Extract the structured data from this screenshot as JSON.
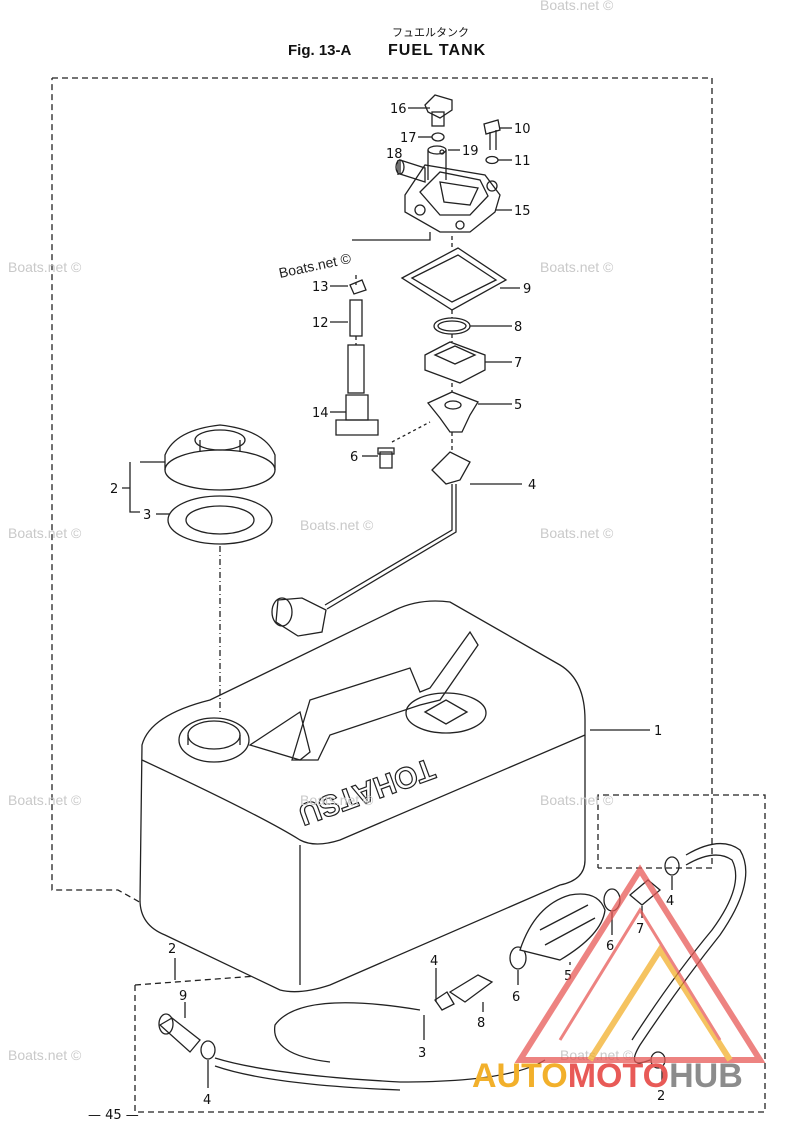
{
  "header": {
    "figure": "Fig. 13-A",
    "title_jp": "フュエルタンク",
    "title_en": "FUEL TANK"
  },
  "tank_brand": "TOHATSU",
  "page_number": "— 45 —",
  "watermark": "Boats.net ©",
  "logo": {
    "part1": "AUTO",
    "part2": "MOTO",
    "part3": "HUB"
  },
  "callouts": {
    "p16": "16",
    "p17": "17",
    "p18": "18",
    "p19": "19",
    "p10": "10",
    "p11": "11",
    "p15": "15",
    "p13": "13",
    "p9": "9",
    "p12": "12",
    "p8": "8",
    "p7": "7",
    "p14": "14",
    "p5": "5",
    "p6": "6",
    "p4": "4",
    "p2": "2",
    "p3": "3",
    "p1": "1",
    "h2a": "2",
    "h9": "9",
    "h4a": "4",
    "h4b": "4",
    "h3": "3",
    "h8": "8",
    "h6a": "6",
    "h5": "5",
    "h6b": "6",
    "h7": "7",
    "h4c": "4",
    "h2b": "2"
  },
  "colors": {
    "line": "#222222",
    "watermark": "#c9c9c9",
    "logo_yellow": "#f2b02b",
    "logo_red": "#e85a57",
    "logo_grey": "#8c8c8c"
  }
}
